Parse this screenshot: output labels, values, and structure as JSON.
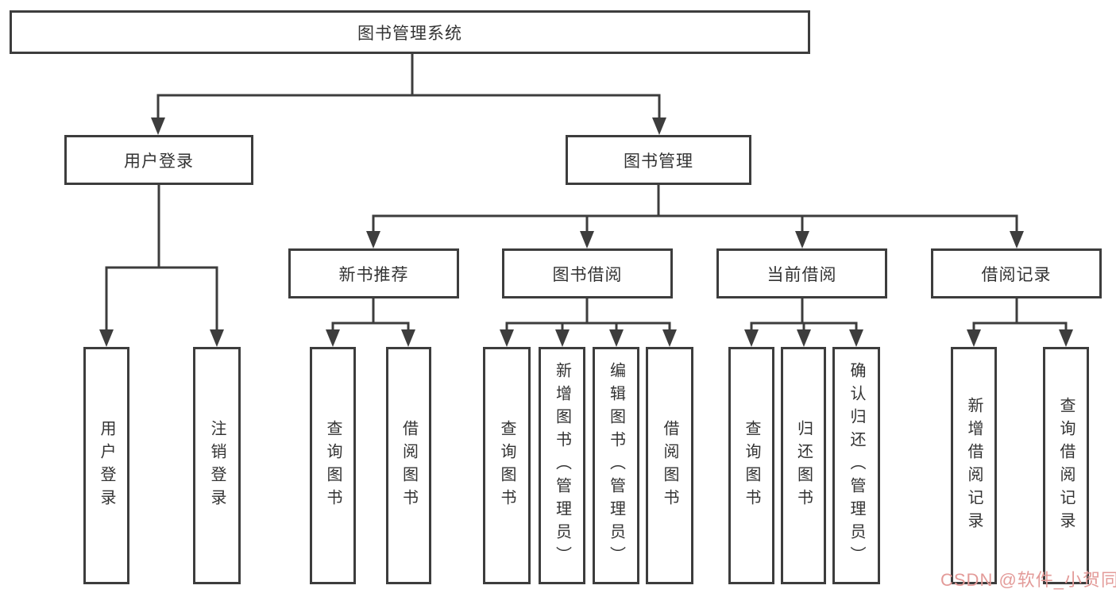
{
  "tree": {
    "label": "图书管理系统",
    "children": [
      {
        "label": "用户登录",
        "children": [
          {
            "label": "用户登录"
          },
          {
            "label": "注销登录"
          }
        ]
      },
      {
        "label": "图书管理",
        "children": [
          {
            "label": "新书推荐",
            "children": [
              {
                "label": "查询图书"
              },
              {
                "label": "借阅图书"
              }
            ]
          },
          {
            "label": "图书借阅",
            "children": [
              {
                "label": "查询图书"
              },
              {
                "label": "新增图书（管理员）"
              },
              {
                "label": "编辑图书（管理员）"
              },
              {
                "label": "借阅图书"
              }
            ]
          },
          {
            "label": "当前借阅",
            "children": [
              {
                "label": "查询图书"
              },
              {
                "label": "归还图书"
              },
              {
                "label": "确认归还（管理员）"
              }
            ]
          },
          {
            "label": "借阅记录",
            "children": [
              {
                "label": "新增借阅记录"
              },
              {
                "label": "查询借阅记录"
              }
            ]
          }
        ]
      }
    ]
  },
  "watermark": {
    "text": "CSDN @软件_小贺同学",
    "color": "#e39b99"
  },
  "colors": {
    "line": "#3d3d3d",
    "text": "#333333",
    "background": "#ffffff"
  }
}
